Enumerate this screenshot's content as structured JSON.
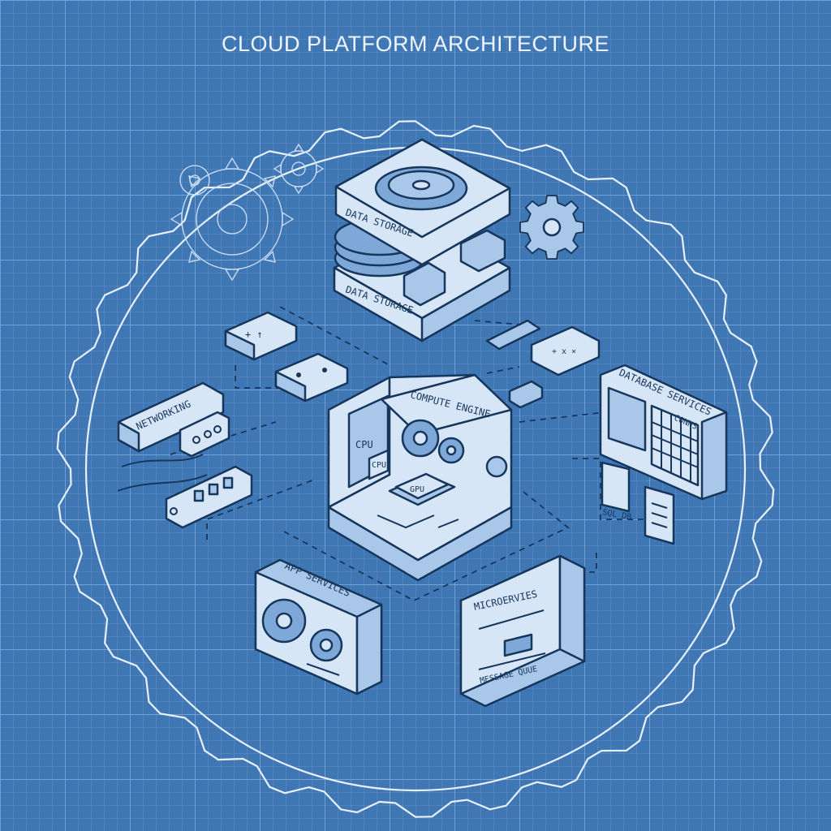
{
  "title": "CLOUD PLATFORM ARCHITECTURE",
  "components": {
    "data_storage": {
      "label_top": "DATA STORAGE",
      "label_bottom": "DATA STORAGE"
    },
    "compute_engine": {
      "label": "COMPUTE ENGINE",
      "cpu_label": "CPU",
      "cpu_chip_label": "CPU",
      "gpu_chip_label": "GPU"
    },
    "networking": {
      "label": "NETWORKING"
    },
    "database_services": {
      "label": "DATABASE SERVICES",
      "grid_label": "CONNS",
      "sql_label": "SQL DB"
    },
    "app_services": {
      "label": "APP SERVICES"
    },
    "microservices": {
      "label": "MICROERVIES",
      "queue_label": "MESSAGE QUUE"
    }
  },
  "colors": {
    "background": "#3f77b5",
    "line": "#16365c",
    "fill": "#d7e6f6",
    "accent": "#7ea8d8",
    "grid": "#6b98cc"
  }
}
